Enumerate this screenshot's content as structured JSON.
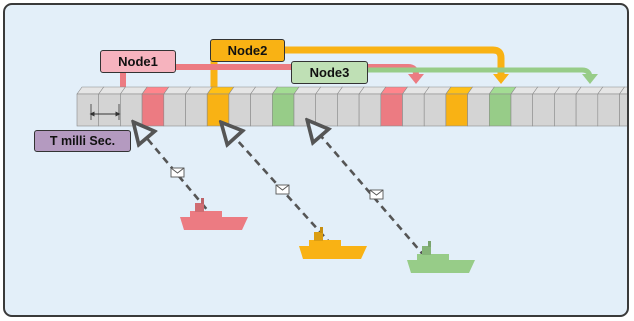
{
  "labels": {
    "node1": "Node1",
    "node2": "Node2",
    "node3": "Node3",
    "slot_interval": "T milli Sec."
  },
  "timeline": {
    "slot_count": 26,
    "slots": [
      "none",
      "none",
      "none",
      "node1",
      "none",
      "none",
      "node2",
      "none",
      "none",
      "node3",
      "none",
      "none",
      "none",
      "none",
      "node1",
      "none",
      "none",
      "node2",
      "none",
      "node3"
    ]
  },
  "nodes": [
    {
      "id": "node1",
      "color": "#ec7b82",
      "ship": "ship-node1"
    },
    {
      "id": "node2",
      "color": "#f9b214",
      "ship": "ship-node2"
    },
    {
      "id": "node3",
      "color": "#97cc88",
      "ship": "ship-node3"
    }
  ],
  "colors": {
    "background": "#e3eff9",
    "slot_gray": "#d4d4d4",
    "node1": "#ec7b82",
    "node2": "#f9b214",
    "node3": "#97cc88",
    "node1_label": "#f6b3be",
    "node3_label": "#bfe0b5",
    "interval_label": "#b49ac0"
  },
  "icons": [
    "envelope-icon",
    "ship-icon",
    "arrow-down-icon",
    "double-arrow-icon"
  ]
}
